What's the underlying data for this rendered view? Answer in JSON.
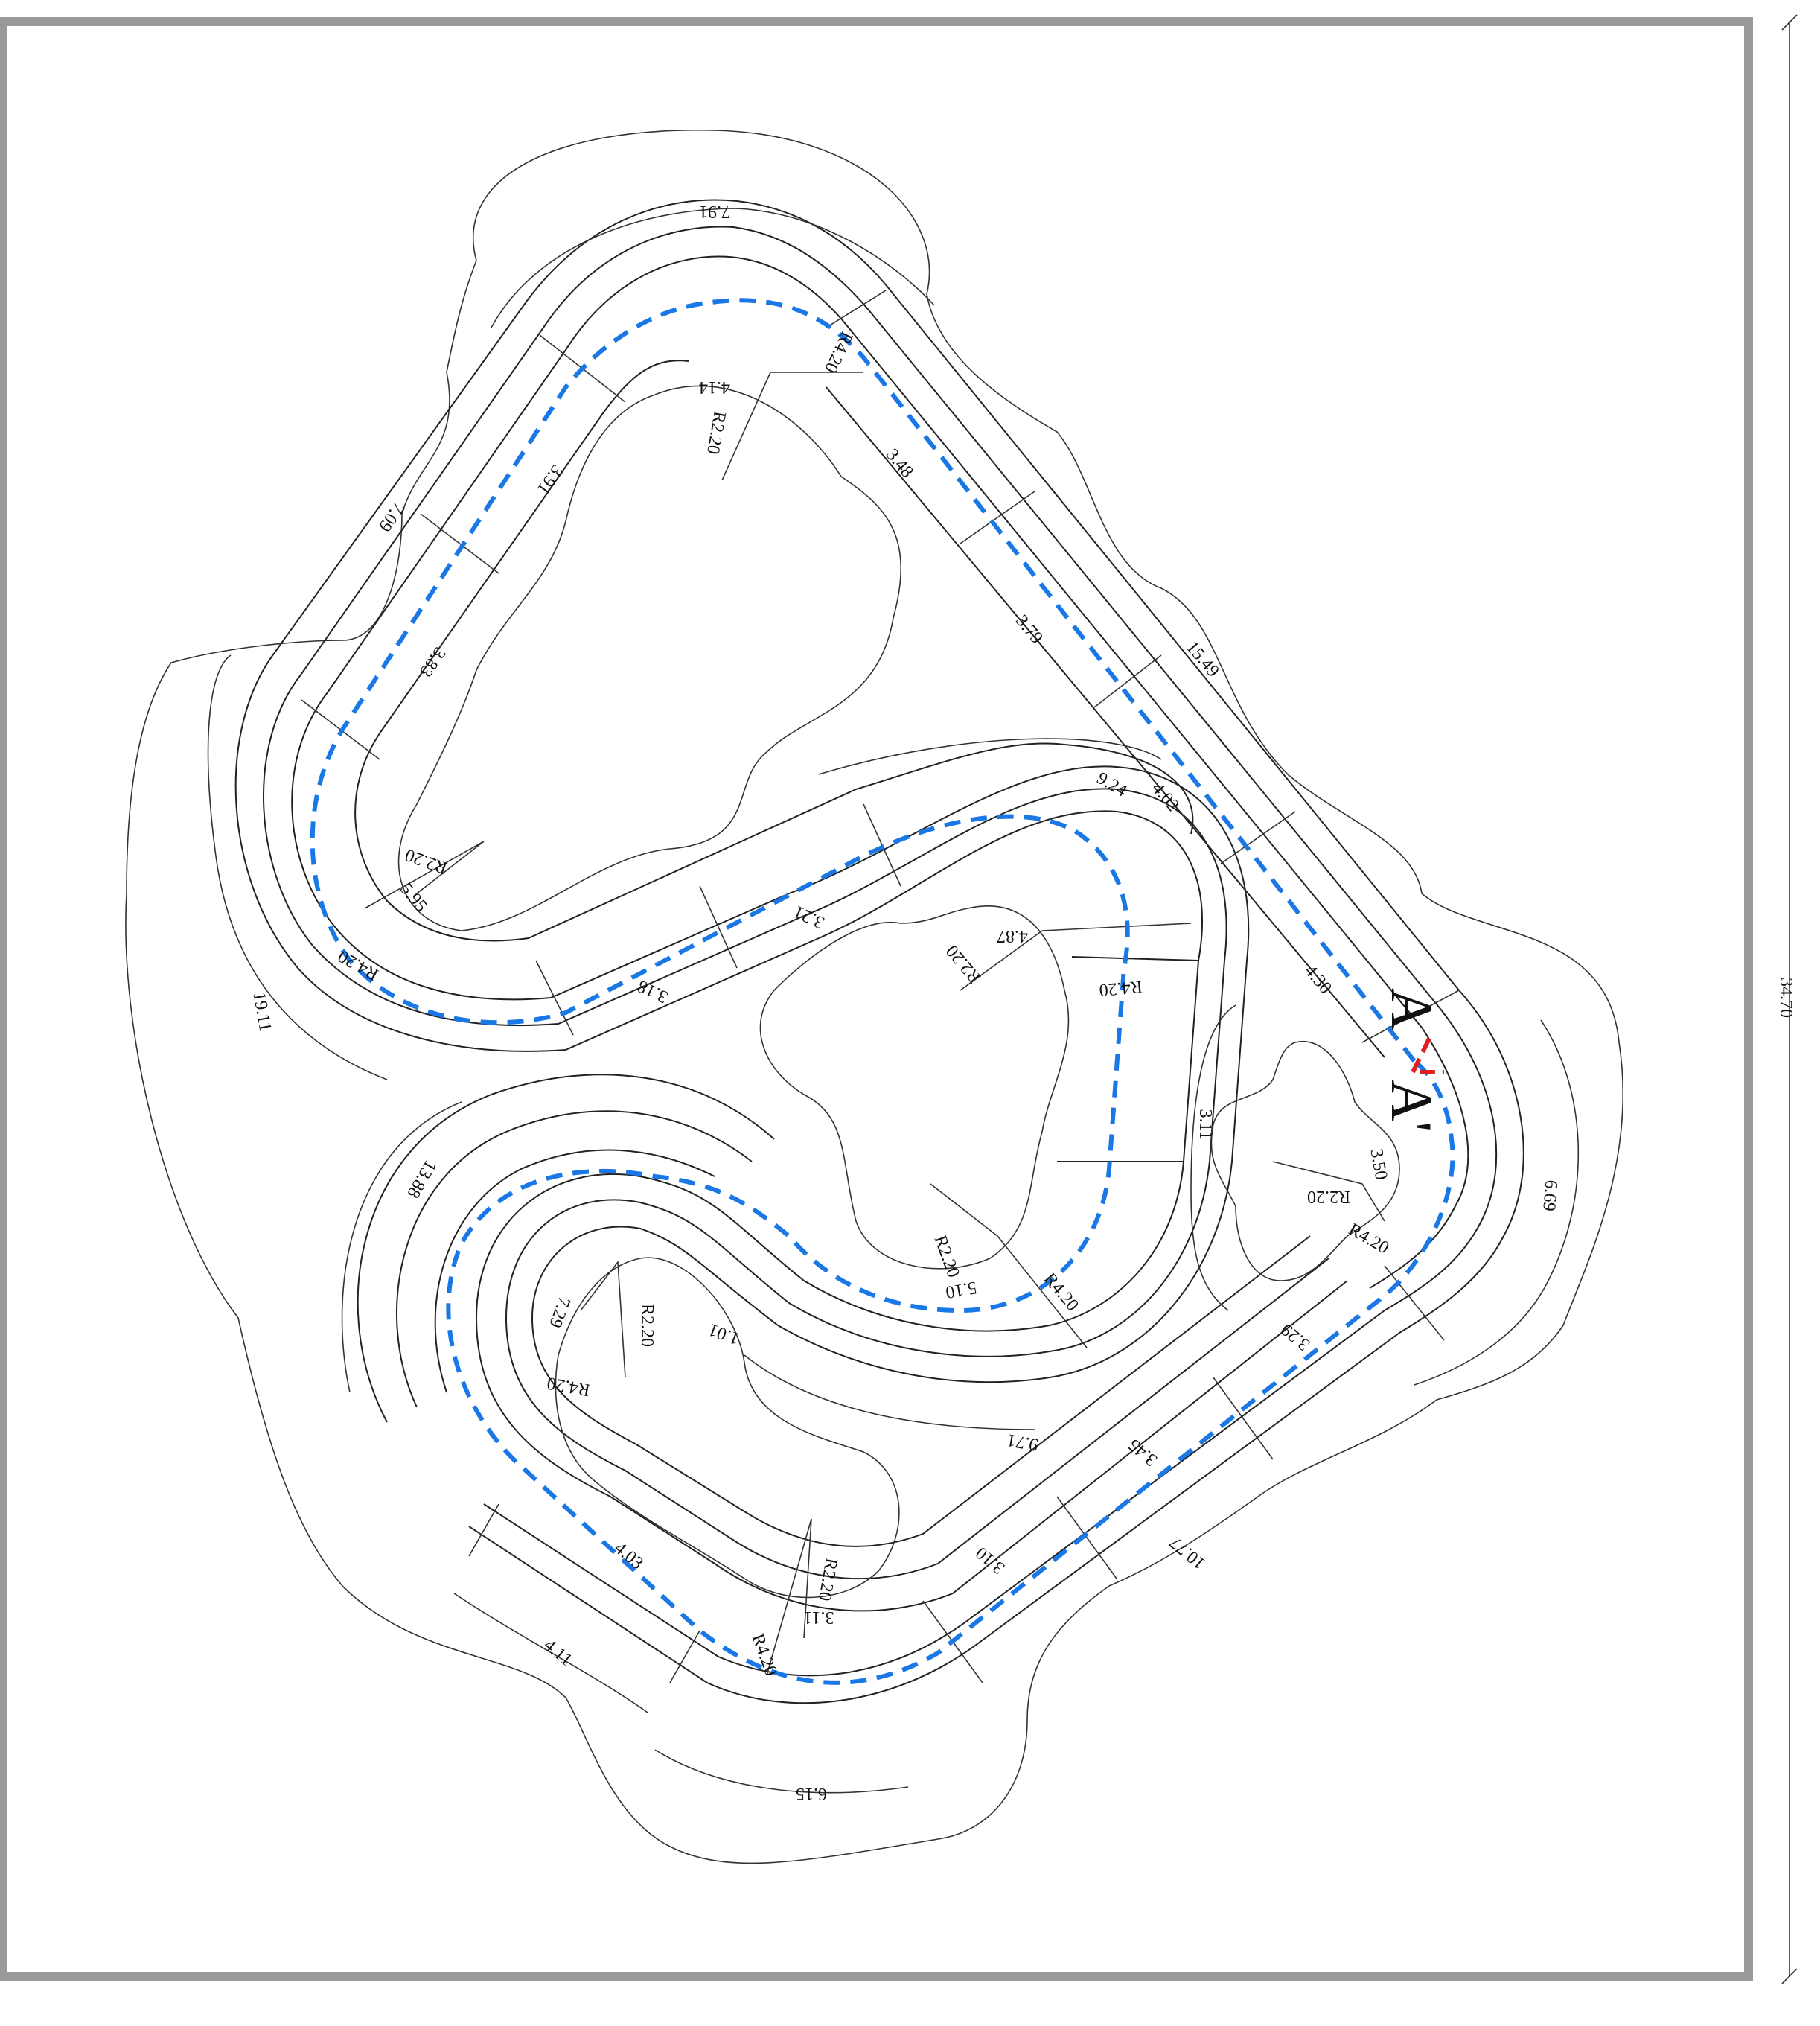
{
  "colors": {
    "frame": "#999999",
    "line": "#222222",
    "route": "#1a78e6",
    "section": "#e02020"
  },
  "overall_dimension": "34.70",
  "section_mark": {
    "label_top": "A",
    "label_bottom": "A'"
  },
  "dimensions": {
    "d_7_91": "7.91",
    "d_7_09": "7.09",
    "d_3_91": "3.91",
    "d_3_83": "3.83",
    "d_r4_20_top": "R4.20",
    "d_4_14": "4.14",
    "d_r2_20_top": "R2.20",
    "d_3_48": "3.48",
    "d_3_79": "3.79",
    "d_15_49": "15.49",
    "d_9_24": "9.24",
    "d_4_02": "4.02",
    "d_r2_20_left": "R2.20",
    "d_5_95": "5.95",
    "d_r4_20_left": "R4.20",
    "d_19_11": "19.11",
    "d_3_21": "3.21",
    "d_3_18": "3.18",
    "d_4_87": "4.87",
    "d_r2_20_mid": "R2.20",
    "d_r4_20_mid": "R4.20",
    "d_4_30": "4.30",
    "d_3_11": "3.11",
    "d_3_50": "3.50",
    "d_r2_20_right": "R2.20",
    "d_r4_20_right": "R4.20",
    "d_6_69": "6.69",
    "d_13_88": "13.88",
    "d_r2_20_c": "R2.20",
    "d_5_10": "5.10",
    "d_r4_20_c": "R4.20",
    "d_7_29": "7.29",
    "d_r2_20_ll": "R2.20",
    "d_r4_20_ll": "R4.20",
    "d_1_01": "1.01",
    "d_3_29": "3.29",
    "d_9_71": "9.71",
    "d_3_45": "3.45",
    "d_4_03": "4.03",
    "d_r2_20_bot": "R2.20",
    "d_3_11_bot": "3.11",
    "d_3_10": "3.10",
    "d_r4_20_bot": "R4.20",
    "d_10_77": "10.77",
    "d_4_11": "4.11",
    "d_6_15": "6.15"
  }
}
